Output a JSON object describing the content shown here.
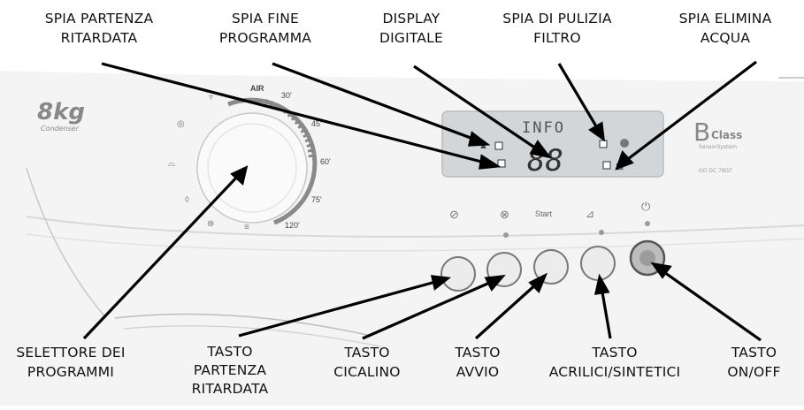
{
  "top_labels": [
    {
      "id": "spia-partenza-ritardata",
      "lines": [
        "SPIA PARTENZA",
        "RITARDATA"
      ]
    },
    {
      "id": "spia-fine-programma",
      "lines": [
        "SPIA FINE",
        "PROGRAMMA"
      ]
    },
    {
      "id": "display-digitale",
      "lines": [
        "DISPLAY",
        "DIGITALE"
      ]
    },
    {
      "id": "spia-pulizia-filtro",
      "lines": [
        "SPIA DI PULIZIA",
        "FILTRO"
      ]
    },
    {
      "id": "spia-elimina-acqua",
      "lines": [
        "SPIA ELIMINA",
        "ACQUA"
      ]
    }
  ],
  "bottom_labels": [
    {
      "id": "selettore-programmi",
      "lines": [
        "SELETTORE DEI",
        "PROGRAMMI"
      ]
    },
    {
      "id": "tasto-partenza-ritardata",
      "lines": [
        "TASTO",
        "PARTENZA",
        "RITARDATA"
      ]
    },
    {
      "id": "tasto-cicalino",
      "lines": [
        "TASTO",
        "CICALINO"
      ]
    },
    {
      "id": "tasto-avvio",
      "lines": [
        "TASTO",
        "AVVIO"
      ]
    },
    {
      "id": "tasto-acrilici-sintetici",
      "lines": [
        "TASTO",
        "ACRILICI/SINTETICI"
      ]
    },
    {
      "id": "tasto-on-off",
      "lines": [
        "TASTO",
        "ON/OFF"
      ]
    }
  ],
  "panel": {
    "capacity": "8kg",
    "capacity_sub": "Condenser",
    "brand_letter": "B",
    "brand_word": "Class",
    "brand_sub": "SensorSystem",
    "model": "GO DC 78GT",
    "display_title": "INFO",
    "display_digits": "88",
    "start_label": "Start",
    "dial_marks": [
      "AIR",
      "30'",
      "45'",
      "60'",
      "75'",
      "120'"
    ],
    "ring_color": "#8a8a8a",
    "dial_fill": "#fafafa"
  }
}
